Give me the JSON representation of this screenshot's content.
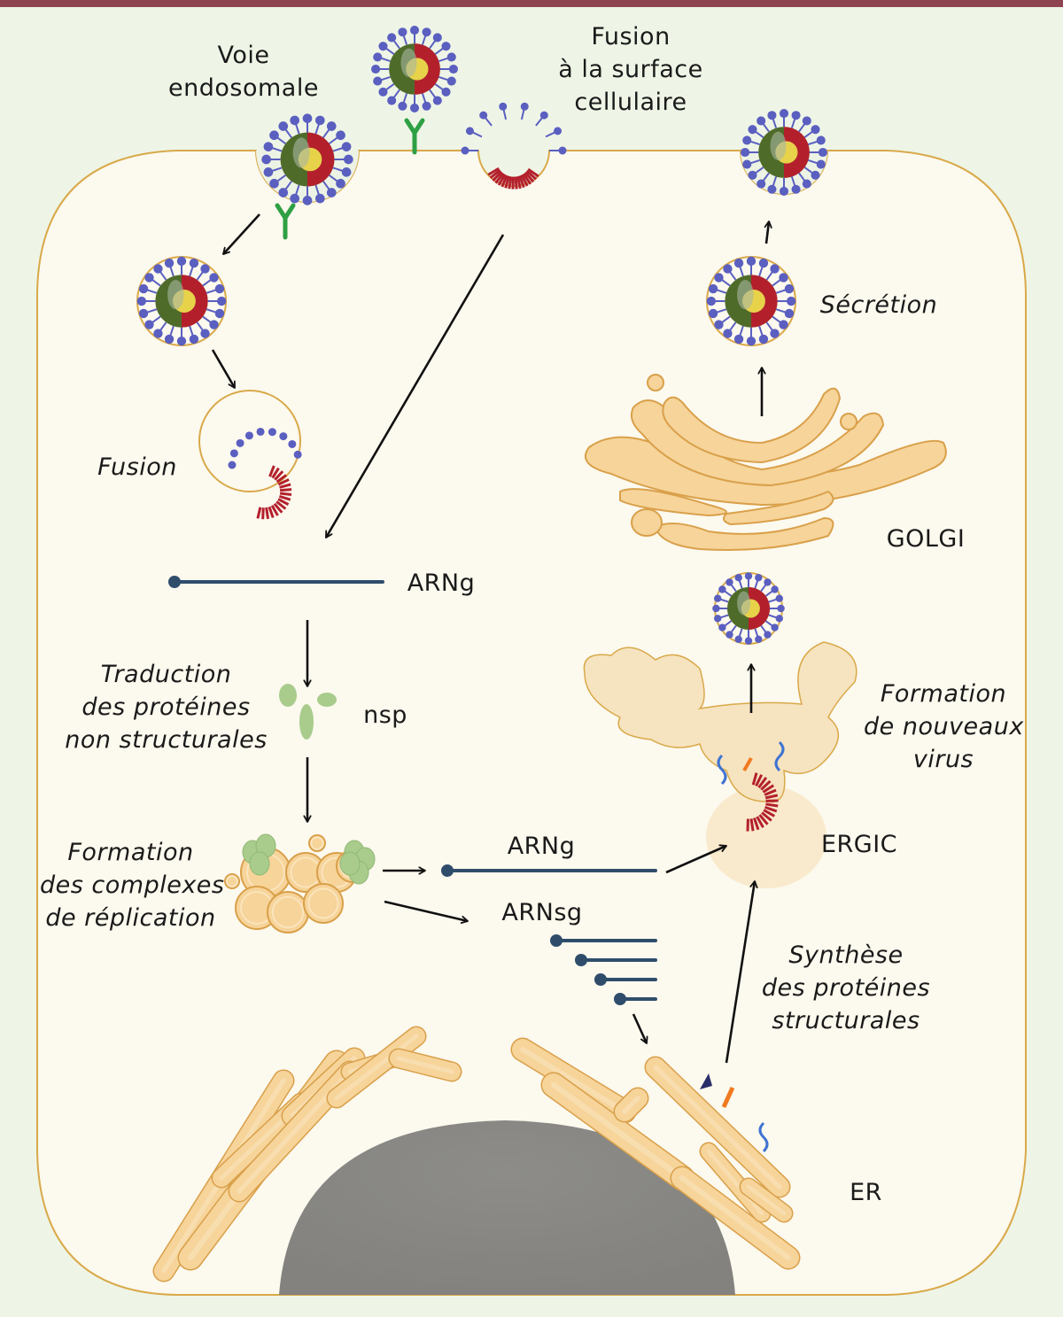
{
  "figure": {
    "title": "Cycle de réplication viral (SARS-CoV-2)",
    "colors": {
      "top_bar": "#8e4450",
      "background": "#eef5e6",
      "cell_fill": "#fcf9ee",
      "membrane": "#d9a94a",
      "organelle_fill": "#f6d49a",
      "organelle_stroke": "#d9a04a",
      "ergic_fill": "#f7e6c4",
      "nucleus": "#8a8985",
      "rna": "#2f4d6b",
      "nsp": "#a9cc8d",
      "receptor": "#2ea043",
      "spike": "#5a5fc0",
      "nucleocapsid": "#b3202c",
      "envelope": "#4f6b2a",
      "arrow": "#111111",
      "membrane_protein_orange": "#f07a20",
      "membrane_protein_blue": "#3f74d1"
    }
  },
  "labels": {
    "voie_endosomale": [
      "Voie",
      "endosomale"
    ],
    "fusion_surface": [
      "Fusion",
      "à la surface",
      "cellulaire"
    ],
    "secretion": [
      "Sécrétion"
    ],
    "fusion": [
      "Fusion"
    ],
    "golgi": [
      "GOLGI"
    ],
    "arng_top": [
      "ARNg"
    ],
    "traduction": [
      "Traduction",
      "des protéines",
      "non structurales"
    ],
    "nsp": [
      "nsp"
    ],
    "formation_virus": [
      "Formation",
      "de nouveaux",
      "virus"
    ],
    "formation_complexes": [
      "Formation",
      "des complexes",
      "de réplication"
    ],
    "arng_mid": [
      "ARNg"
    ],
    "ergic": [
      "ERGIC"
    ],
    "arnsg": [
      "ARNsg"
    ],
    "synthese": [
      "Synthèse",
      "des protéines",
      "structurales"
    ],
    "er": [
      "ER"
    ]
  },
  "icons": {
    "virion": "coronavirus-virion-icon",
    "receptor": "ace2-receptor-icon",
    "nucleocapsid": "nucleocapsid-icon",
    "rna": "rna-strand-icon",
    "nsp": "nonstructural-protein-icon",
    "nucleus": "nucleus-icon"
  }
}
